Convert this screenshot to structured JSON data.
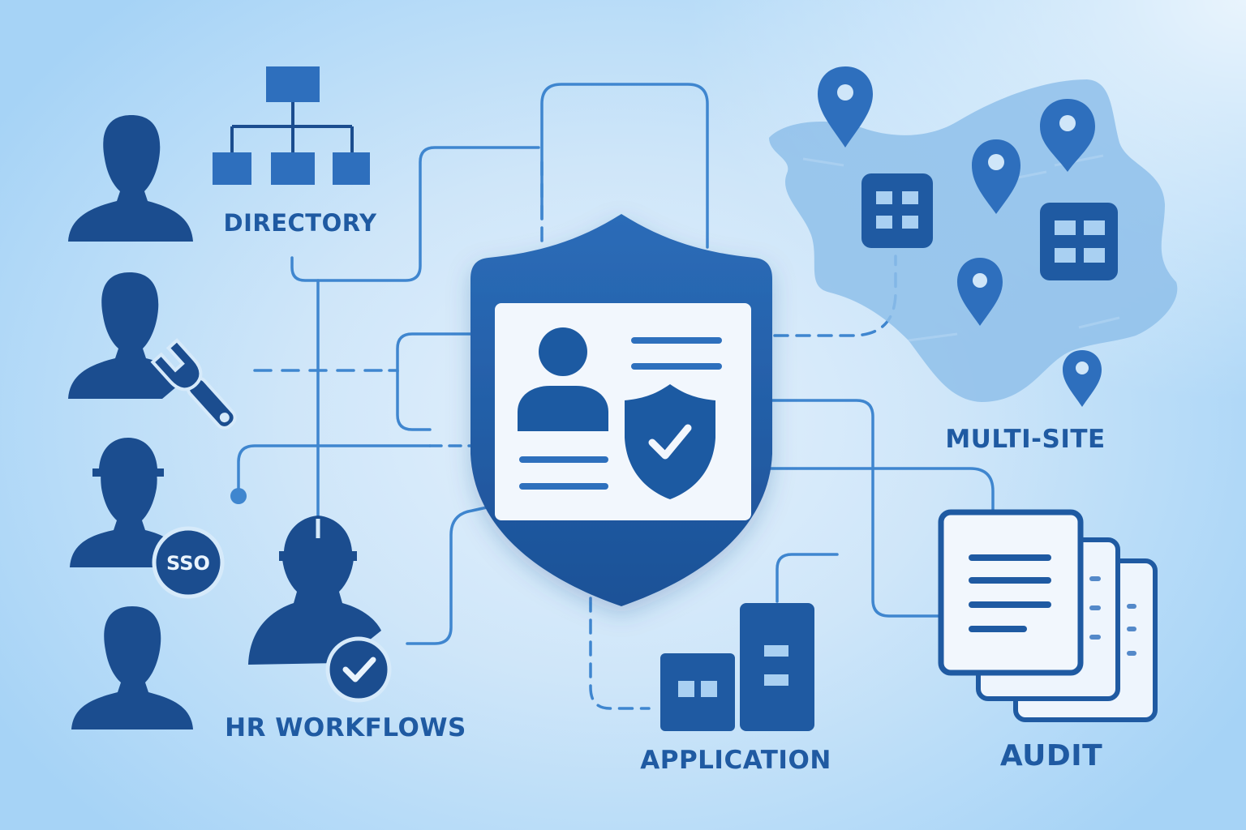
{
  "labels": {
    "directory": "DIRECTORY",
    "multi_site": "MULTI-SITE",
    "hr_workflows": "HR WORKFLOWS",
    "application": "APPLICATION",
    "audit": "AUDIT"
  },
  "badges": {
    "sso": "SSO"
  },
  "colors": {
    "primary": "#1f5aa2",
    "dark": "#1b4d8f",
    "line": "#3f86cf",
    "map_fill": "#8fc0ea",
    "card": "#f2f7fd"
  },
  "icons": {
    "users": [
      "user-icon",
      "technician-user-icon",
      "worker-user-sso-icon",
      "user-icon"
    ],
    "center": "shield-id-card-icon",
    "directory": "org-chart-icon",
    "multi_site": "map-pin-buildings-icon",
    "hr_workflows": "worker-checkmark-icon",
    "application": "buildings-icon",
    "audit": "documents-icon"
  }
}
